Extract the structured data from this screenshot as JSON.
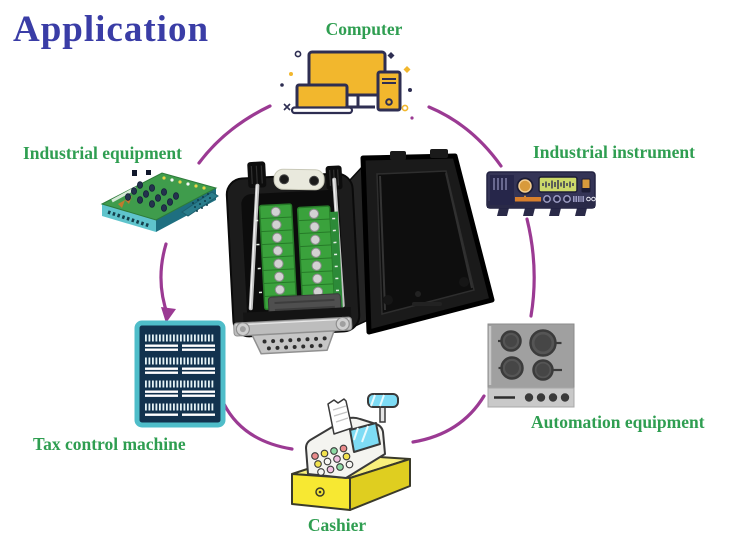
{
  "page": {
    "title": "Application",
    "background": "#ffffff"
  },
  "colors": {
    "title_text": "#3a3da6",
    "label_text": "#2f9e51",
    "connection_circle": "#9b3a93",
    "computer_icon_accent": "#f2b72d",
    "circuit_board_green": "#3f9c4c",
    "instrument_navy": "#343456",
    "tax_machine_teal": "#4fbdc9",
    "cash_register_yellow": "#f7e832",
    "cooktop_gray": "#a0a0a0",
    "product_shell_black": "#1b1b1b",
    "terminal_block_green": "#3aa23c"
  },
  "diagram": {
    "applications": [
      {
        "id": "computer",
        "label": "Computer",
        "icon": "computer-devices-icon"
      },
      {
        "id": "industrial-equipment",
        "label": "Industrial equipment",
        "icon": "circuit-board-icon"
      },
      {
        "id": "industrial-instrument",
        "label": "Industrial instrument",
        "icon": "measuring-instrument-icon"
      },
      {
        "id": "tax-control-machine",
        "label": "Tax control machine",
        "icon": "tax-machine-icon"
      },
      {
        "id": "automation-equipment",
        "label": "Automation equipment",
        "icon": "cooktop-icon"
      },
      {
        "id": "cashier",
        "label": "Cashier",
        "icon": "cash-register-icon"
      }
    ]
  }
}
